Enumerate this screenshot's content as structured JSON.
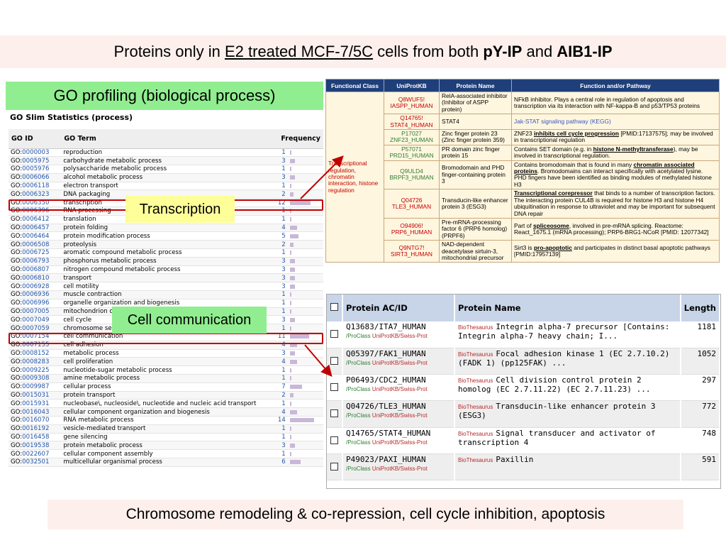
{
  "title": {
    "part1": "Proteins only in ",
    "part2": "E2 treated MCF-7/5C",
    "part3": " cells from both ",
    "part4": "pY-IP",
    "part5": " and ",
    "part6": "AIB1-IP"
  },
  "go_label": "GO profiling (biological process)",
  "go_table": {
    "heading": "GO Slim Statistics (process)",
    "col_id": "GO ID",
    "col_term": "GO Term",
    "col_freq": "Frequency",
    "max_count": 14,
    "rows": [
      {
        "prefix": "GO:",
        "id": "0000003",
        "term": "reproduction",
        "count": 1
      },
      {
        "prefix": "GO:",
        "id": "0005975",
        "term": "carbohydrate metabolic process",
        "count": 3
      },
      {
        "prefix": "GO:",
        "id": "0005976",
        "term": "polysaccharide metabolic process",
        "count": 1
      },
      {
        "prefix": "GO:",
        "id": "0006066",
        "term": "alcohol metabolic process",
        "count": 3
      },
      {
        "prefix": "GO:",
        "id": "0006118",
        "term": "electron transport",
        "count": 1
      },
      {
        "prefix": "GO:",
        "id": "0006323",
        "term": "DNA packaging",
        "count": 2
      },
      {
        "prefix": "GO:",
        "id": "0006350",
        "term": "transcription",
        "count": 12
      },
      {
        "prefix": "GO:",
        "id": "0006396",
        "term": "RNA processing",
        "count": 1
      },
      {
        "prefix": "GO:",
        "id": "0006412",
        "term": "translation",
        "count": 1
      },
      {
        "prefix": "GO:",
        "id": "0006457",
        "term": "protein folding",
        "count": 4
      },
      {
        "prefix": "GO:",
        "id": "0006464",
        "term": "protein modification process",
        "count": 5
      },
      {
        "prefix": "GO:",
        "id": "0006508",
        "term": "proteolysis",
        "count": 2
      },
      {
        "prefix": "GO:",
        "id": "0006725",
        "term": "aromatic compound metabolic process",
        "count": 1
      },
      {
        "prefix": "GO:",
        "id": "0006793",
        "term": "phosphorus metabolic process",
        "count": 3
      },
      {
        "prefix": "GO:",
        "id": "0006807",
        "term": "nitrogen compound metabolic process",
        "count": 3
      },
      {
        "prefix": "GO:",
        "id": "0006810",
        "term": "transport",
        "count": 3
      },
      {
        "prefix": "GO:",
        "id": "0006928",
        "term": "cell motility",
        "count": 3
      },
      {
        "prefix": "GO:",
        "id": "0006936",
        "term": "muscle contraction",
        "count": 1
      },
      {
        "prefix": "GO:",
        "id": "0006996",
        "term": "organelle organization and biogenesis",
        "count": 1
      },
      {
        "prefix": "GO:",
        "id": "0007005",
        "term": "mitochondrion organization and biogenesis",
        "count": 1
      },
      {
        "prefix": "GO:",
        "id": "0007049",
        "term": "cell cycle",
        "count": 3
      },
      {
        "prefix": "GO:",
        "id": "0007059",
        "term": "chromosome segregation",
        "count": 1
      },
      {
        "prefix": "GO:",
        "id": "0007154",
        "term": "cell communication",
        "count": 11
      },
      {
        "prefix": "GO:",
        "id": "0007155",
        "term": "cell adhesion",
        "count": 4
      },
      {
        "prefix": "GO:",
        "id": "0008152",
        "term": "metabolic process",
        "count": 3
      },
      {
        "prefix": "GO:",
        "id": "0008283",
        "term": "cell proliferation",
        "count": 4
      },
      {
        "prefix": "GO:",
        "id": "0009225",
        "term": "nucleotide-sugar metabolic process",
        "count": 1
      },
      {
        "prefix": "GO:",
        "id": "0009308",
        "term": "amine metabolic process",
        "count": 1
      },
      {
        "prefix": "GO:",
        "id": "0009987",
        "term": "cellular process",
        "count": 7
      },
      {
        "prefix": "GO:",
        "id": "0015031",
        "term": "protein transport",
        "count": 2
      },
      {
        "prefix": "GO:",
        "id": "0015931",
        "term": "nucleobase\\, nucleoside\\, nucleotide and nucleic acid transport",
        "count": 1
      },
      {
        "prefix": "GO:",
        "id": "0016043",
        "term": "cellular component organization and biogenesis",
        "count": 4
      },
      {
        "prefix": "GO:",
        "id": "0016070",
        "term": "RNA metabolic process",
        "count": 14
      },
      {
        "prefix": "GO:",
        "id": "0016192",
        "term": "vesicle-mediated transport",
        "count": 1
      },
      {
        "prefix": "GO:",
        "id": "0016458",
        "term": "gene silencing",
        "count": 1
      },
      {
        "prefix": "GO:",
        "id": "0019538",
        "term": "protein metabolic process",
        "count": 3
      },
      {
        "prefix": "GO:",
        "id": "0022607",
        "term": "cellular component assembly",
        "count": 1
      },
      {
        "prefix": "GO:",
        "id": "0032501",
        "term": "multicellular organismal process",
        "count": 6
      }
    ]
  },
  "callouts": {
    "transcription": "Transcription",
    "cell_communication": "Cell communication"
  },
  "func_table": {
    "headers": [
      "Functional Class",
      "UniProtKB",
      "Protein Name",
      "Function and/or Pathway"
    ],
    "class_label": "Transcriptional regulation, chromatin interaction, histone regulation",
    "rows": [
      {
        "uni1": "Q8WUF5!",
        "uni2": "IASPP_HUMAN",
        "green": false,
        "pname": "RelA-associated inhibitor (Inhibitor of ASPP protein)",
        "func": "NFkB inhibitor. Plays a central role in regulation of apoptosis and transcription via its interaction with NF-kappa-B and p53/TP53 proteins"
      },
      {
        "uni1": "Q14765!",
        "uni2": "STAT4_HUMAN",
        "green": false,
        "pname": "STAT4",
        "func": "Jak-STAT signaling pathway (KEGG)"
      },
      {
        "uni1": "P17027",
        "uni2": "ZNF23_HUMAN",
        "green": true,
        "pname": "Zinc finger protein 23 (Zinc finger protein 359)",
        "f1": "ZNF23 ",
        "f2": "inhibits cell cycle progression",
        "f3": " [PMID:17137575]; may be involved in transcriptional regulation"
      },
      {
        "uni1": "P57071",
        "uni2": "PRD15_HUMAN",
        "green": true,
        "pname": "PR domain zinc finger protein 15",
        "f1": "Contains SET domain (e.g. in ",
        "f2": "histone N-methyltransferase",
        "f3": "), may be involved in transcriptional regulation."
      },
      {
        "uni1": "Q9ULD4",
        "uni2": "BRPF3_HUMAN",
        "green": true,
        "pname": "Bromodomain and PHD finger-containing protein 3",
        "f1": "Contains bromodomain that is found in many ",
        "f2": "chromatin associated proteins",
        "f3": ". Bromodomains can interact specifically with acetylated lysine. PHD fingers have been identified as binding modules of methylated histone H3"
      },
      {
        "uni1": "Q04726",
        "uni2": "TLE3_HUMAN",
        "green": false,
        "pname": "Transducin-like enhancer protein 3 (ESG3)",
        "f2": "Transcriptional corepressor",
        "f3": " that binds to a number of transcription factors. The interacting protein CUL4B is required for histone H3 and histone H4 ubiquitination in response to ultraviolet and may be important for subsequent DNA repair"
      },
      {
        "uni1": "O94906!",
        "uni2": "PRP6_HUMAN",
        "green": false,
        "pname": "Pre-mRNA-processing factor 6 (PRP6 homolog) (PRPF6)",
        "f1": "Part of ",
        "f2": "spliceosome",
        "f3": ", involved in pre-mRNA splicing. Reactome: React_1675.1 (mRNA processing); PRP6-BRG1-NCoR [PMID: 12077342]"
      },
      {
        "uni1": "Q9NTG7!",
        "uni2": "SIRT3_HUMAN",
        "green": false,
        "pname": "NAD-dependent deacetylase sirtuin-3, mitochondrial precursor",
        "f1": "Sirt3 is ",
        "f2": "pro-apoptotic",
        "f3": " and participates in distinct basal apoptotic pathways [PMID:17957139]"
      }
    ]
  },
  "prot_table": {
    "col_acc": "Protein AC/ID",
    "col_name": "Protein Name",
    "col_len": "Length",
    "link_biothesaurus": "BioThesaurus",
    "link_proclass": "/ProClass",
    "link_uniprot": "UniProtKB/Swiss-Prot",
    "rows": [
      {
        "acc": "Q13683/ITA7_HUMAN",
        "name": "Integrin alpha-7 precursor [Contains: Integrin alpha-7 heavy chain; I...",
        "len": "1181"
      },
      {
        "acc": "Q05397/FAK1_HUMAN",
        "name": "Focal adhesion kinase 1 (EC 2.7.10.2) (FADK 1) (pp125FAK) ...",
        "len": "1052"
      },
      {
        "acc": "P06493/CDC2_HUMAN",
        "name": "Cell division control protein 2 homolog (EC 2.7.11.22) (EC 2.7.11.23) ...",
        "len": "297"
      },
      {
        "acc": "Q04726/TLE3_HUMAN",
        "name": "Transducin-like enhancer protein 3 (ESG3)",
        "len": "772"
      },
      {
        "acc": "Q14765/STAT4_HUMAN",
        "name": "Signal transducer and activator of transcription 4",
        "len": "748"
      },
      {
        "acc": "P49023/PAXI_HUMAN",
        "name": "Paxillin",
        "len": "591"
      }
    ]
  },
  "summary": "Chromosome remodeling & co-repression, cell cycle inhibition, apoptosis",
  "colors": {
    "highlight": "#c00000",
    "callout_yellow": "#ffff99",
    "label_green": "#90ee90",
    "banner": "#fdf0ec",
    "table_header": "#1f3f7a"
  }
}
